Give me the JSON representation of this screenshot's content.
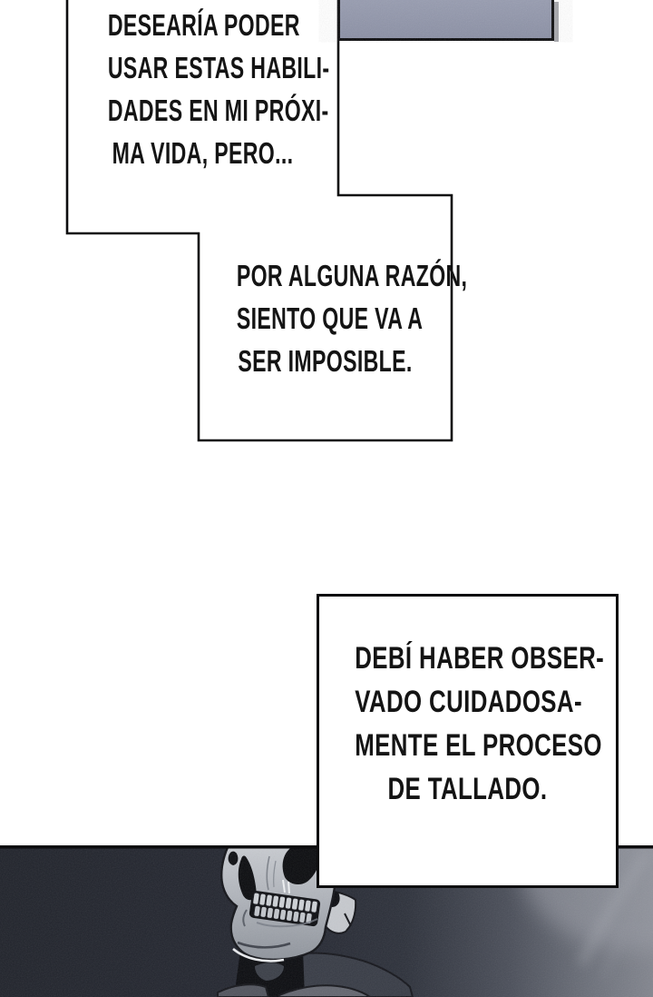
{
  "bubbles": {
    "b1": {
      "lines": [
        "DESEARÍA PODER",
        "USAR ESTAS HABILI-",
        "DADES EN MI PRÓXI-",
        "MA VIDA, PERO..."
      ]
    },
    "b2": {
      "lines": [
        "POR ALGUNA RAZÓN,",
        "SIENTO QUE VA A",
        "SER IMPOSIBLE."
      ]
    },
    "b3": {
      "lines": [
        "DEBÍ HABER OBSER-",
        "VADO CUIDADOSA-",
        "MENTE EL PROCESO",
        "DE TALLADO."
      ]
    }
  },
  "art": {
    "top_panel": "textured-gray-panel",
    "bottom_panel": "dark-scene-with-skeleton-skull"
  },
  "colors": {
    "text": "#141414",
    "outline": "#0c0c0e",
    "top_panel_fill": "#9196aa",
    "bottom_panel_dark": "#22252e",
    "bottom_panel_light": "#83868f",
    "skull_light": "#b0b4bb"
  }
}
